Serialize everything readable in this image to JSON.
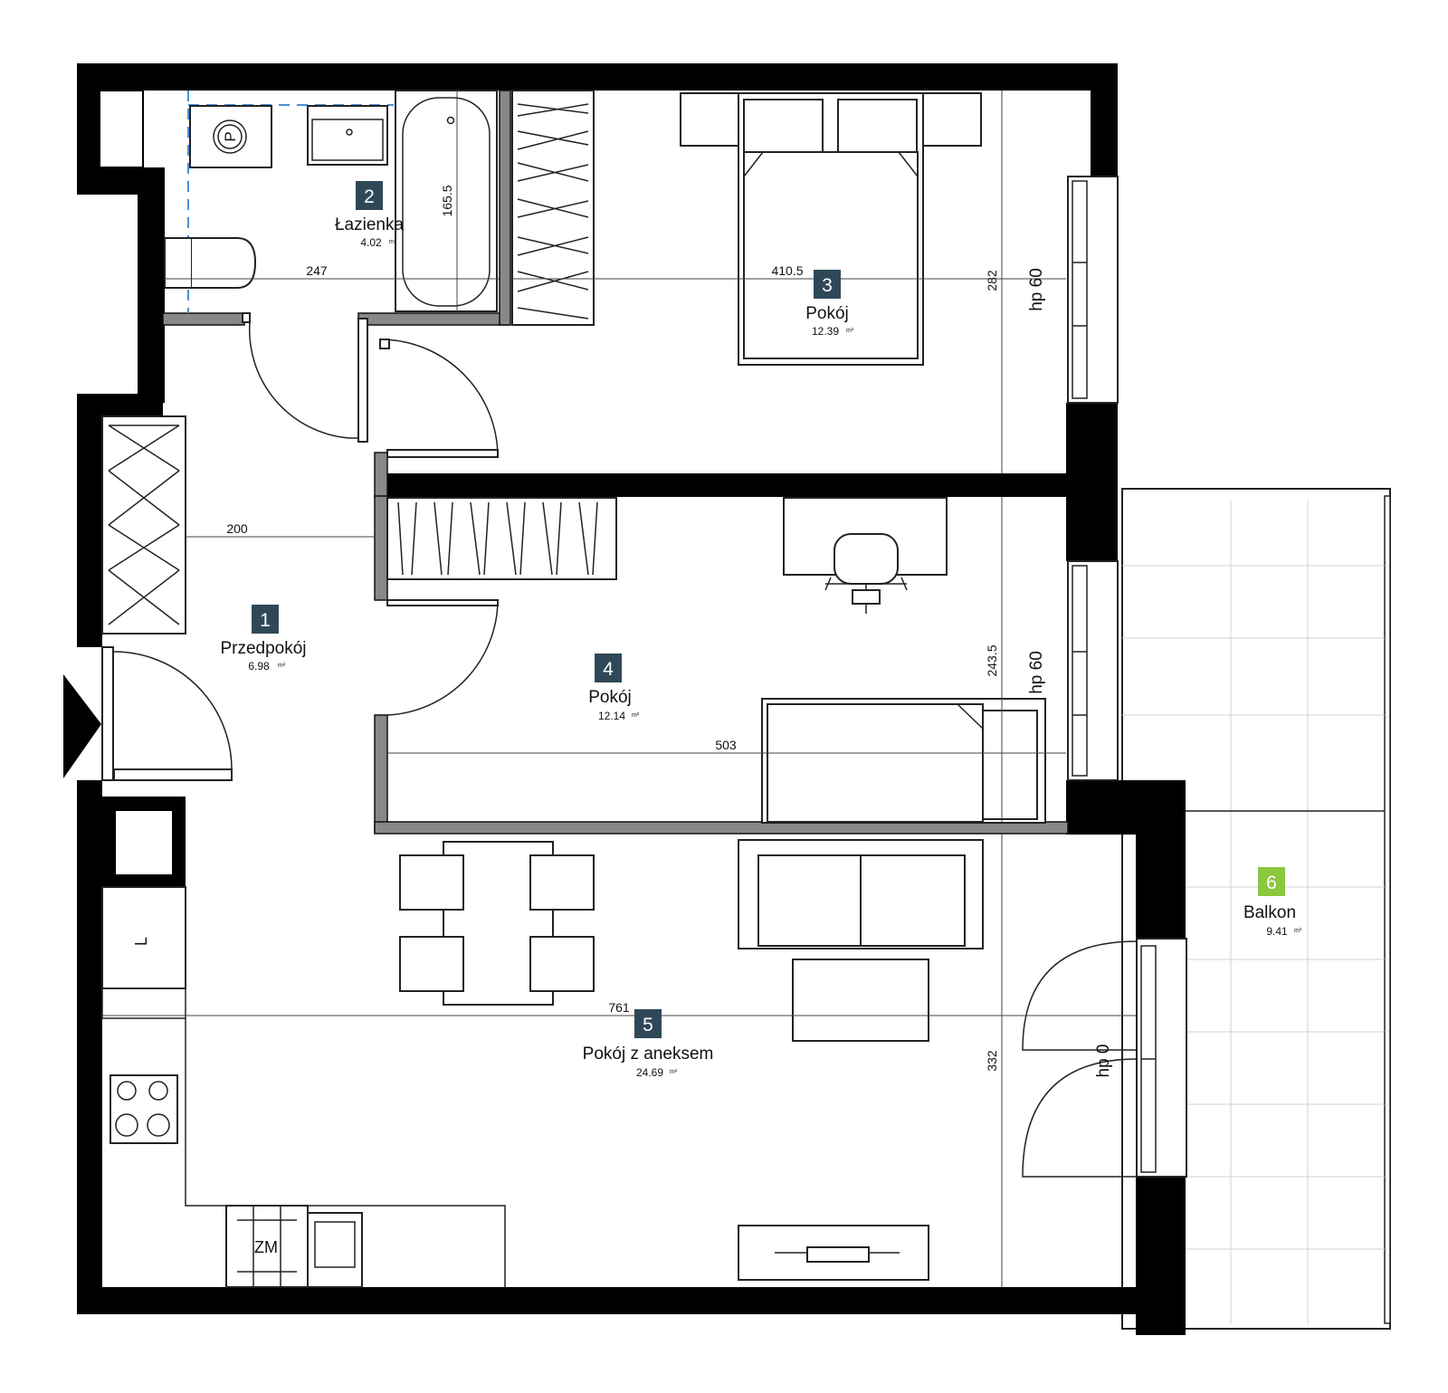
{
  "accent_color": "#2f4858",
  "balcony_color": "#8dc63f",
  "rooms": [
    {
      "id": "room-1",
      "number": "1",
      "name": "Przedpokój",
      "area": "6.98",
      "unit": "m²"
    },
    {
      "id": "room-2",
      "number": "2",
      "name": "Łazienka",
      "area": "4.02",
      "unit": "m²"
    },
    {
      "id": "room-3",
      "number": "3",
      "name": "Pokój",
      "area": "12.39",
      "unit": "m²"
    },
    {
      "id": "room-4",
      "number": "4",
      "name": "Pokój",
      "area": "12.14",
      "unit": "m²"
    },
    {
      "id": "room-5",
      "number": "5",
      "name": "Pokój z aneksem",
      "area": "24.69",
      "unit": "m²"
    },
    {
      "id": "room-6",
      "number": "6",
      "name": "Balkon",
      "area": "9.41",
      "unit": "m²"
    }
  ],
  "dimensions": {
    "bath_width": "247",
    "bathtub_length": "165.5",
    "room3_width": "410.5",
    "room3_depth": "282",
    "hall_width": "200",
    "room4_width": "503",
    "room4_depth": "243.5",
    "room5_width": "761",
    "room5_depth": "332"
  },
  "annotations": {
    "sill_room3": "hp 60",
    "sill_room4": "hp 60",
    "sill_room5": "hp 0",
    "fridge": "L",
    "dishwasher": "ZM",
    "washer": "P"
  }
}
